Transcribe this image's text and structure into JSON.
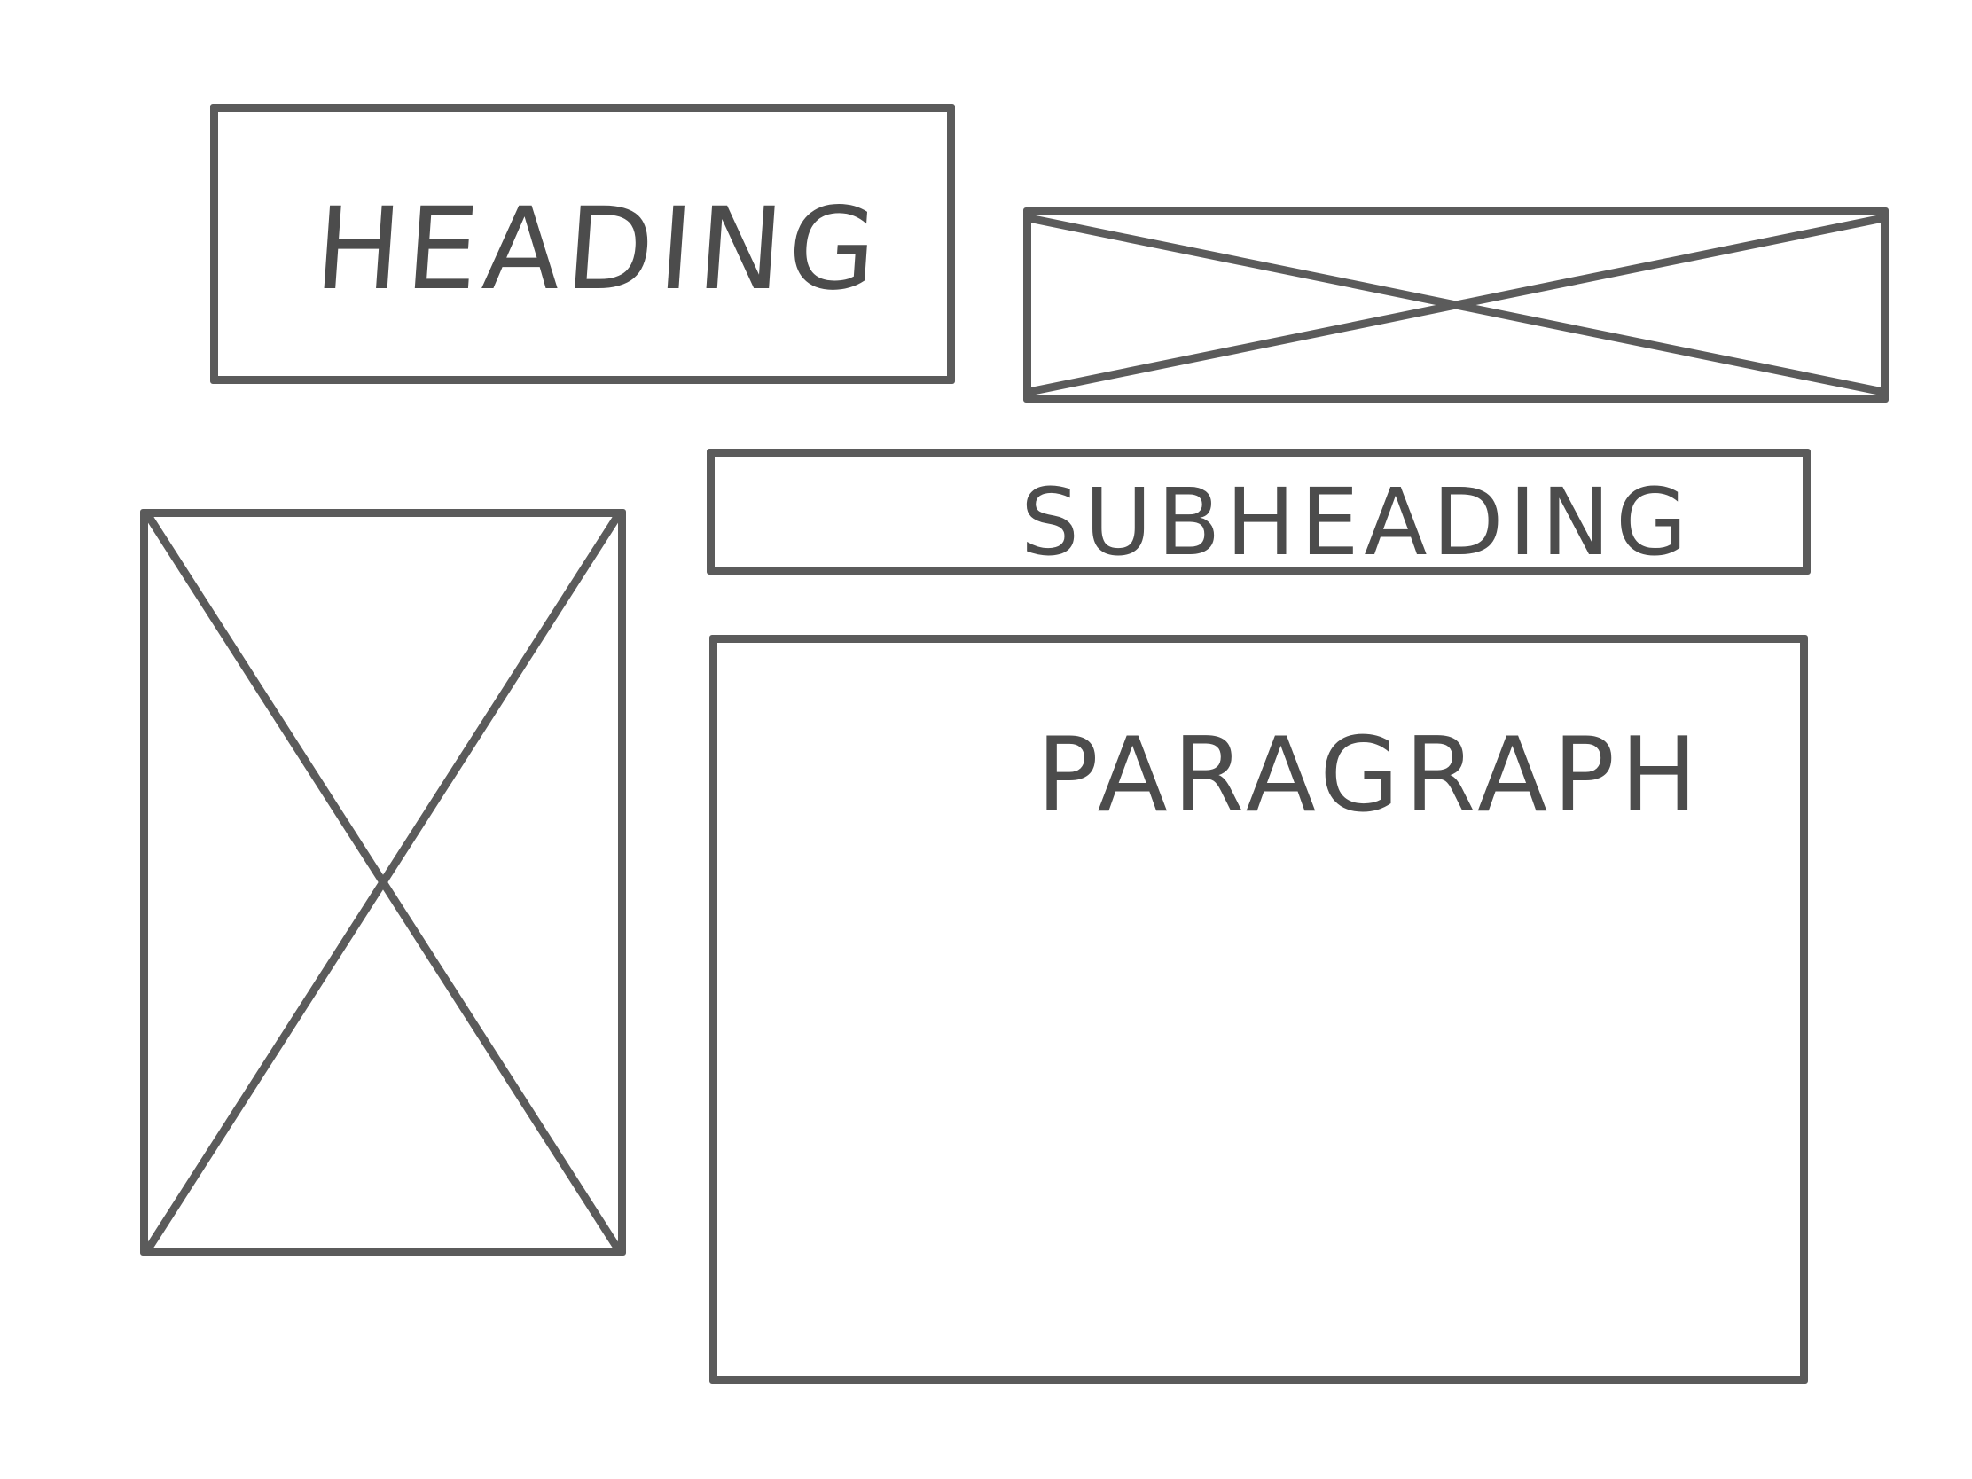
{
  "wireframe": {
    "heading": {
      "label": "HEADING"
    },
    "subheading": {
      "label": "SUBHEADING"
    },
    "paragraph": {
      "label": "PARAGRAPH"
    }
  },
  "colors": {
    "stroke": "#5b5b5b",
    "text": "#4c4c4c",
    "background": "#ffffff"
  }
}
